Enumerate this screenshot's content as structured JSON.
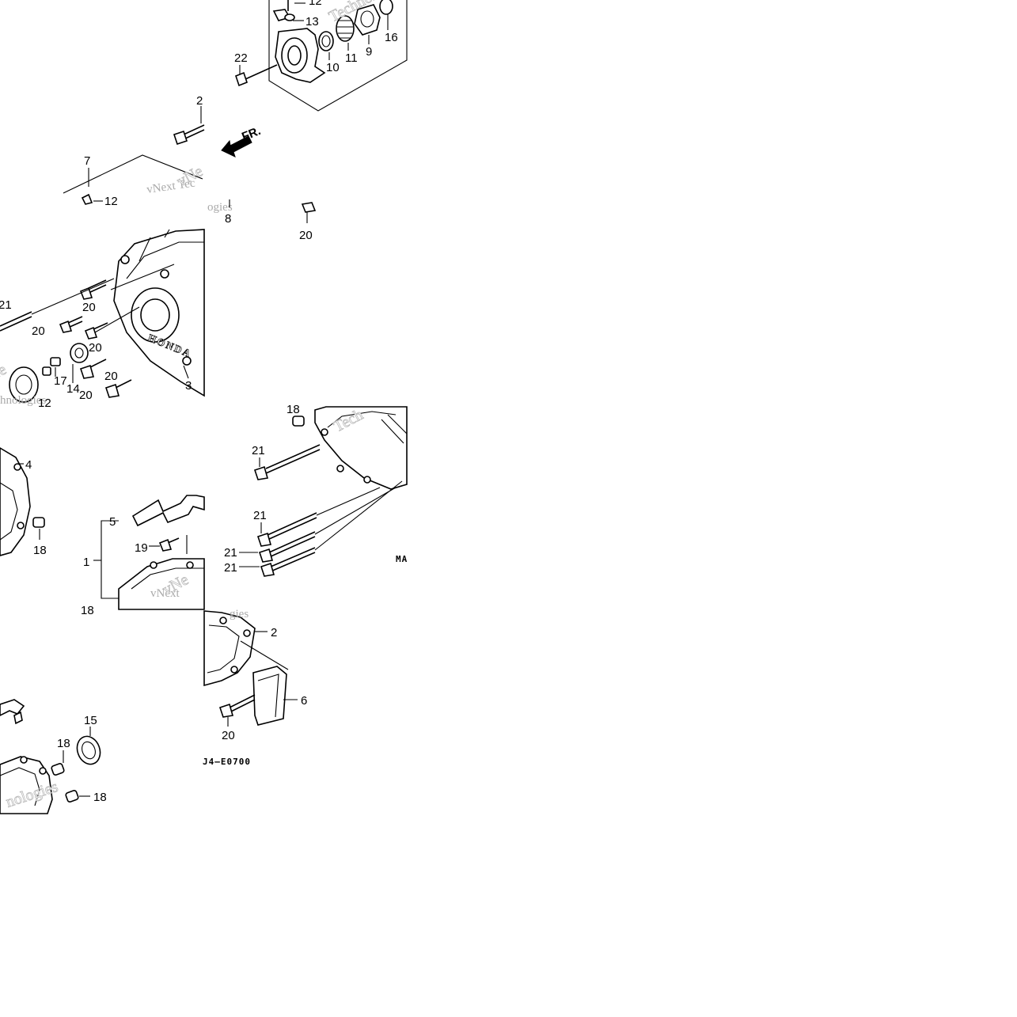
{
  "diagram_code": "MAJ4-E0700",
  "code_fragments": {
    "top": "MA",
    "bottom": "J4–E0700"
  },
  "direction_label": "FR.",
  "brand_mark": "HONDA",
  "watermark": {
    "line1": "vNext Tec",
    "line2": "Technologies",
    "fragment_a": "ogies",
    "fragment_b": "hnologies"
  },
  "callouts": [
    {
      "id": "c12a",
      "text": "12"
    },
    {
      "id": "c13",
      "text": "13"
    },
    {
      "id": "c16",
      "text": "16"
    },
    {
      "id": "c22",
      "text": "22"
    },
    {
      "id": "c10",
      "text": "10"
    },
    {
      "id": "c11",
      "text": "11"
    },
    {
      "id": "c9",
      "text": "9"
    },
    {
      "id": "c2top",
      "text": "2"
    },
    {
      "id": "c7",
      "text": "7"
    },
    {
      "id": "c12b",
      "text": "12"
    },
    {
      "id": "c8",
      "text": "8"
    },
    {
      "id": "c20a",
      "text": "20"
    },
    {
      "id": "c21a",
      "text": "21"
    },
    {
      "id": "c20b",
      "text": "20"
    },
    {
      "id": "c20c",
      "text": "20"
    },
    {
      "id": "c20d",
      "text": "20"
    },
    {
      "id": "c17",
      "text": "17"
    },
    {
      "id": "c14",
      "text": "14"
    },
    {
      "id": "c20e",
      "text": "20"
    },
    {
      "id": "c20f",
      "text": "20"
    },
    {
      "id": "c3",
      "text": "3"
    },
    {
      "id": "c12c",
      "text": "12"
    },
    {
      "id": "c18a",
      "text": "18"
    },
    {
      "id": "c21b",
      "text": "21"
    },
    {
      "id": "c4",
      "text": "4"
    },
    {
      "id": "c5",
      "text": "5"
    },
    {
      "id": "c18b",
      "text": "18"
    },
    {
      "id": "c19",
      "text": "19"
    },
    {
      "id": "c1",
      "text": "1"
    },
    {
      "id": "c21c",
      "text": "21"
    },
    {
      "id": "c21d",
      "text": "21"
    },
    {
      "id": "c21e",
      "text": "21"
    },
    {
      "id": "c18c",
      "text": "18"
    },
    {
      "id": "c2",
      "text": "2"
    },
    {
      "id": "c6",
      "text": "6"
    },
    {
      "id": "c20g",
      "text": "20"
    },
    {
      "id": "c15",
      "text": "15"
    },
    {
      "id": "c18d",
      "text": "18"
    },
    {
      "id": "c18e",
      "text": "18"
    }
  ]
}
